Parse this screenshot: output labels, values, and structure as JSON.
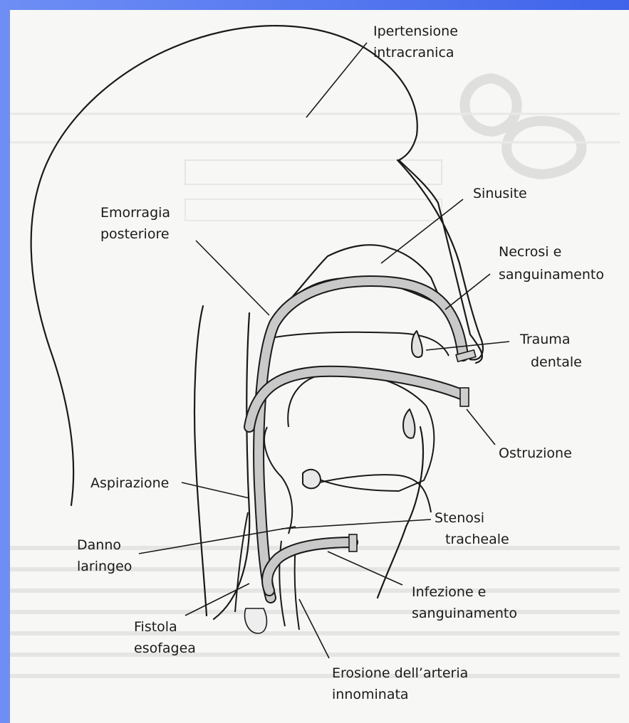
{
  "frame": {
    "accent": "#4a6cf0",
    "panel_bg": "#f7f7f5"
  },
  "labels": {
    "ipertensione_1": "Ipertensione",
    "ipertensione_2": "intracranica",
    "sinusite": "Sinusite",
    "emorragia_1": "Emorragia",
    "emorragia_2": "posteriore",
    "necrosi_1": "Necrosi e",
    "necrosi_2": "sanguinamento",
    "trauma_1": "Trauma",
    "trauma_2": "dentale",
    "ostruzione": "Ostruzione",
    "aspirazione": "Aspirazione",
    "stenosi_1": "Stenosi",
    "stenosi_2": "tracheale",
    "danno_1": "Danno",
    "danno_2": "laringeo",
    "infezione_1": "Infezione e",
    "infezione_2": "sanguinamento",
    "fistola_1": "Fistola",
    "fistola_2": "esofagea",
    "erosione_1": "Erosione dell’arteria",
    "erosione_2": "innominata"
  }
}
